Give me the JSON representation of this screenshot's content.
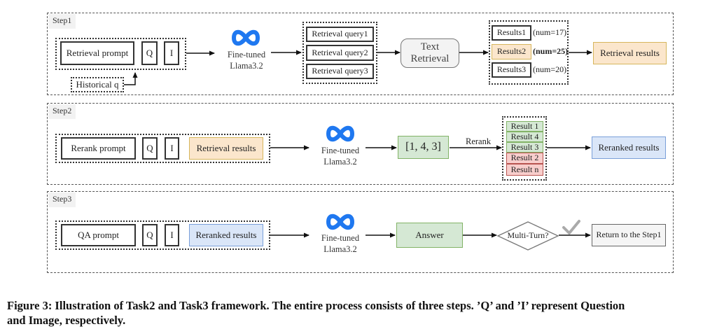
{
  "steps": [
    {
      "label": "Step1",
      "inputs": {
        "prompt": "Retrieval prompt",
        "q": "Q",
        "i": "I"
      },
      "historical": "Historical q",
      "model": {
        "line1": "Fine-tuned",
        "line2": "Llama3.2"
      },
      "queries": [
        "Retrieval query1",
        "Retrieval query2",
        "Retrieval query3"
      ],
      "retrieval": {
        "line1": "Text",
        "line2": "Retrieval"
      },
      "results": [
        {
          "label": "Results1",
          "count": "(num=17)",
          "highlight": false
        },
        {
          "label": "Results2",
          "count": "(num=25)",
          "highlight": true
        },
        {
          "label": "Results3",
          "count": "(num=20)",
          "highlight": false
        }
      ],
      "output": "Retrieval results"
    },
    {
      "label": "Step2",
      "inputs": {
        "prompt": "Rerank prompt",
        "q": "Q",
        "i": "I",
        "extra": "Retrieval results"
      },
      "model": {
        "line1": "Fine-tuned",
        "line2": "Llama3.2"
      },
      "ranking": "[1, 4, 3]",
      "edge_label": "Rerank",
      "reranked": [
        {
          "label": "Result 1",
          "status": "kept"
        },
        {
          "label": "Result 4",
          "status": "kept"
        },
        {
          "label": "Result 3",
          "status": "kept"
        },
        {
          "label": "Result 2",
          "status": "dropped"
        },
        {
          "label": "Result n",
          "status": "dropped"
        }
      ],
      "output": "Reranked results"
    },
    {
      "label": "Step3",
      "inputs": {
        "prompt": "QA prompt",
        "q": "Q",
        "i": "I",
        "extra": "Reranked results"
      },
      "model": {
        "line1": "Fine-tuned",
        "line2": "Llama3.2"
      },
      "answer": "Answer",
      "decision": "Multi-Turn?",
      "output": "Return to the Step1"
    }
  ],
  "colors": {
    "orange_fill": "#fbe6cc",
    "blue_fill": "#dae6f8",
    "green_fill": "#d5e8d4",
    "red_fill": "#f8cecc",
    "meta_blue": "#1f78f0"
  },
  "caption": {
    "line1": "Figure 3: Illustration of Task2 and Task3 framework. The entire process consists of three steps. ’Q’ and ’I’ represent Question",
    "line2": "and Image, respectively."
  }
}
